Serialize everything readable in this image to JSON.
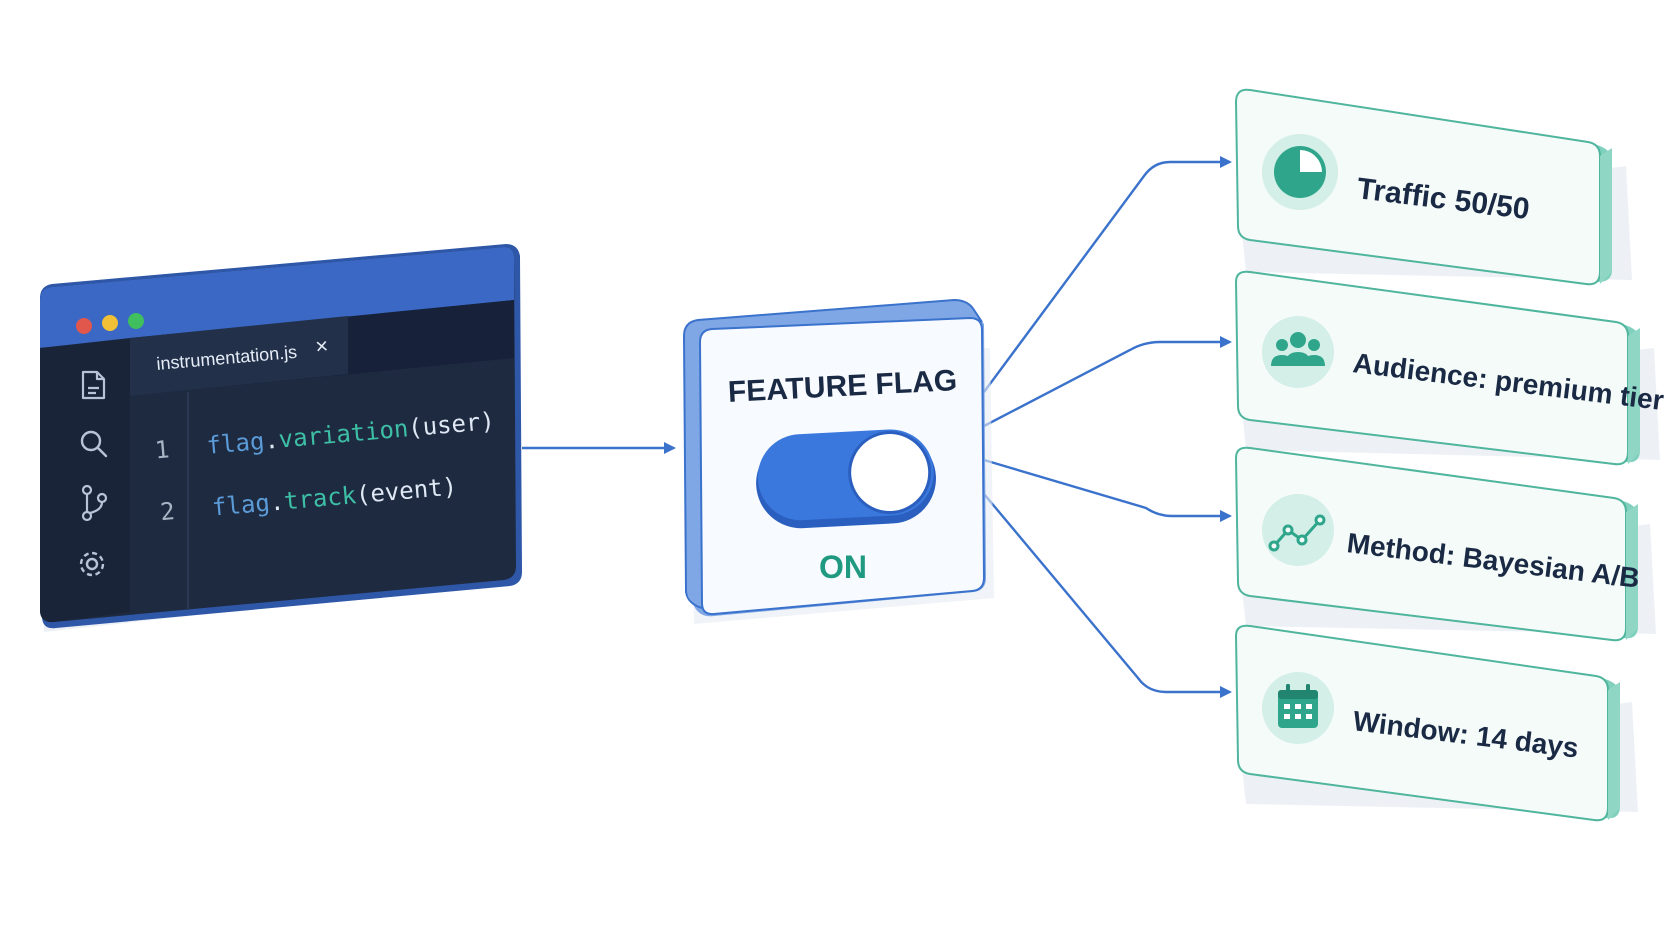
{
  "editor": {
    "tab_filename": "instrumentation.js",
    "tab_close": "×",
    "lines": [
      {
        "number": "1",
        "object": "flag",
        "dot": ".",
        "method": "variation",
        "args": "(user)"
      },
      {
        "number": "2",
        "object": "flag",
        "dot": ".",
        "method": "track",
        "args": "(event)"
      }
    ],
    "window_dots": [
      "#e2574c",
      "#f2c037",
      "#3fbf5e"
    ],
    "sidebar_icons": [
      "file-icon",
      "search-icon",
      "git-branch-icon",
      "gear-icon"
    ]
  },
  "feature_flag": {
    "title": "FEATURE FLAG",
    "state": "ON",
    "enabled": true
  },
  "outcomes": [
    {
      "label": "Traffic 50/50",
      "icon": "pie-chart-icon"
    },
    {
      "label": "Audience: premium tier",
      "icon": "users-icon"
    },
    {
      "label": "Method: Bayesian A/B",
      "icon": "line-chart-icon"
    },
    {
      "label": "Window: 14 days",
      "icon": "calendar-icon"
    }
  ],
  "colors": {
    "editor_bg": "#1e2a40",
    "editor_frame": "#3a68c4",
    "arrow": "#3a72cc",
    "flag_blue": "#3a72cc",
    "on_green": "#1f9a80",
    "card_teal": "#5cbfa7",
    "text_dark": "#1b2a44"
  }
}
